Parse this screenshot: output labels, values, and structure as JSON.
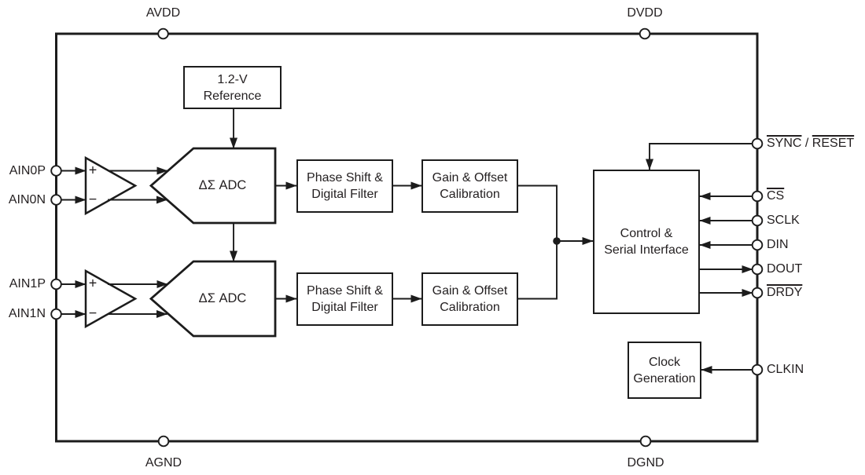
{
  "colors": {
    "stroke": "#1c1c1c",
    "text": "#231f20",
    "background": "#ffffff"
  },
  "blocks": {
    "reference": {
      "line1": "1.2-V",
      "line2": "Reference"
    },
    "adc0": {
      "label": "ΔΣ ADC"
    },
    "adc1": {
      "label": "ΔΣ ADC"
    },
    "filter0": {
      "line1": "Phase Shift &",
      "line2": "Digital Filter"
    },
    "filter1": {
      "line1": "Phase Shift &",
      "line2": "Digital Filter"
    },
    "calibration0": {
      "line1": "Gain & Offset",
      "line2": "Calibration"
    },
    "calibration1": {
      "line1": "Gain & Offset",
      "line2": "Calibration"
    },
    "control": {
      "line1": "Control &",
      "line2": "Serial Interface"
    },
    "clock": {
      "line1": "Clock",
      "line2": "Generation"
    }
  },
  "amplifiers": {
    "plus": "+",
    "minus": "−"
  },
  "pins": {
    "avdd": "AVDD",
    "dvdd": "DVDD",
    "agnd": "AGND",
    "dgnd": "DGND",
    "ain0p": "AIN0P",
    "ain0n": "AIN0N",
    "ain1p": "AIN1P",
    "ain1n": "AIN1N",
    "sync_reset": {
      "sync": "SYNC",
      "separator": " / ",
      "reset": "RESET"
    },
    "cs": "CS",
    "sclk": "SCLK",
    "din": "DIN",
    "dout": "DOUT",
    "drdy": "DRDY",
    "clkin": "CLKIN"
  }
}
